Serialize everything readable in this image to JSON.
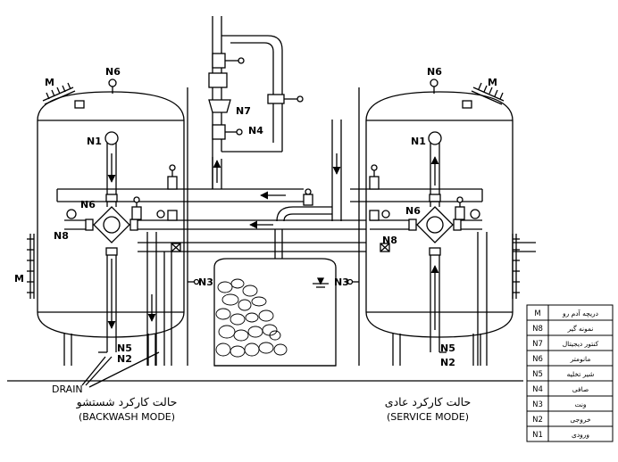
{
  "labels": {
    "m": "M",
    "n1": "N1",
    "n2": "N2",
    "n3": "N3",
    "n4": "N4",
    "n5": "N5",
    "n6": "N6",
    "n7": "N7",
    "n8": "N8"
  },
  "drain_label": "DRAIN",
  "modes": {
    "backwash": {
      "title_fa": "حالت کارکرد شستشو",
      "title_en": "(BACKWASH MODE)"
    },
    "service": {
      "title_fa": "حالت کارکرد عادی",
      "title_en": "(SERVICE MODE)"
    }
  },
  "legend": [
    {
      "symbol": "M",
      "description": "دریچه آدم رو"
    },
    {
      "symbol": "N8",
      "description": "نمونه گیر"
    },
    {
      "symbol": "N7",
      "description": "کنتور دیجیتال"
    },
    {
      "symbol": "N6",
      "description": "مانومتر"
    },
    {
      "symbol": "N5",
      "description": "شیر تخلیه"
    },
    {
      "symbol": "N4",
      "description": "صافی"
    },
    {
      "symbol": "N3",
      "description": "ونت"
    },
    {
      "symbol": "N2",
      "description": "خروجی"
    },
    {
      "symbol": "N1",
      "description": "ورودی"
    }
  ],
  "colors": {
    "line": "#000000",
    "background": "#ffffff"
  }
}
